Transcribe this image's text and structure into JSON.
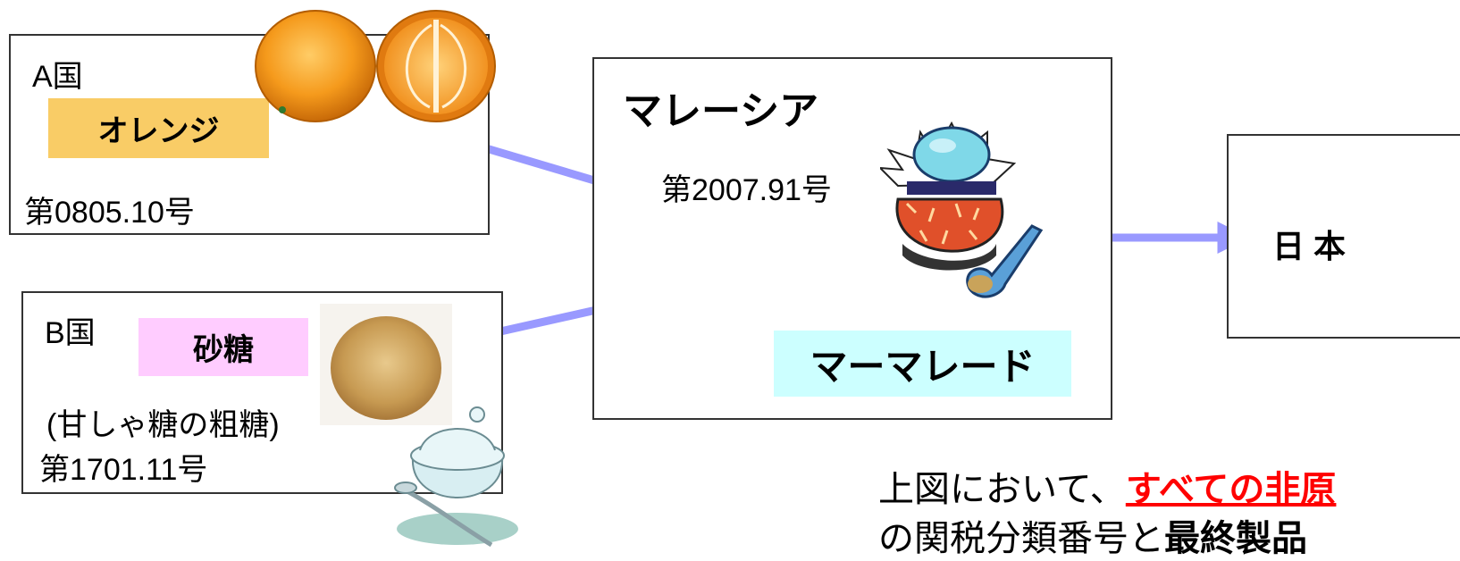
{
  "country_a": {
    "name": "A国",
    "product": "オレンジ",
    "hs_code": "第0805.10号",
    "product_bg": "#f9cc66"
  },
  "country_b": {
    "name": "B国",
    "product": "砂糖",
    "product_note": "(甘しゃ糖の粗糖)",
    "hs_code": "第1701.11号",
    "product_bg": "#ffccff"
  },
  "malaysia": {
    "name": "マレーシア",
    "hs_code": "第2007.91号",
    "product": "マーマレード",
    "product_bg": "#ccffff"
  },
  "japan": {
    "name": "日 本"
  },
  "caption": {
    "line1_prefix": "上図において、",
    "line1_highlight": "すべての非原",
    "line2_prefix": "の関税分類番号と",
    "line2_bold": "最終製品"
  },
  "colors": {
    "arrow": "#9999ff",
    "highlight_red": "#ff0000"
  }
}
